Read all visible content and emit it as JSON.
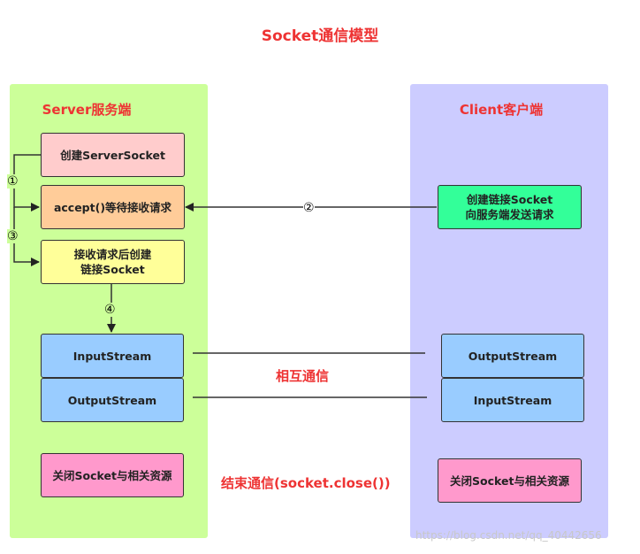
{
  "title": "Socket通信模型",
  "server": {
    "title": "Server服务端",
    "create_socket": "创建ServerSocket",
    "accept": "accept()等待接收请求",
    "create_link_line1": "接收请求后创建",
    "create_link_line2": "链接Socket",
    "input_stream": "InputStream",
    "output_stream": "OutputStream",
    "close": "关闭Socket与相关资源"
  },
  "client": {
    "title": "Client客户端",
    "create_line1": "创建链接Socket",
    "create_line2": "向服务端发送请求",
    "output_stream": "OutputStream",
    "input_stream": "InputStream",
    "close": "关闭Socket与相关资源"
  },
  "steps": {
    "s1": "①",
    "s2": "②",
    "s3": "③",
    "s4": "④"
  },
  "labels": {
    "communicate": "相互通信",
    "end": "结束通信(socket.close())"
  },
  "watermark": "https://blog.csdn.net/qq_40442656",
  "colors": {
    "server_bg": "#ccff99",
    "client_bg": "#ccccff",
    "accent_red": "#ee3333"
  }
}
